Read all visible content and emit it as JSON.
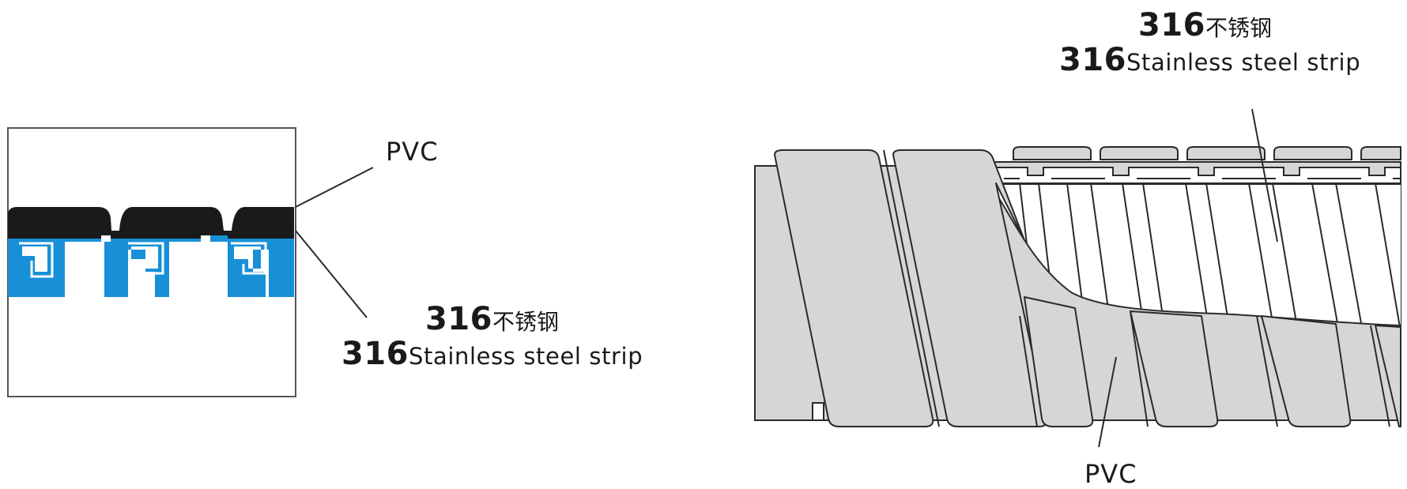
{
  "left_diagram": {
    "pvc_label": "PVC",
    "steel_number": "316",
    "steel_cn": "不锈钢",
    "steel_en": "Stainless steel strip"
  },
  "right_diagram": {
    "pvc_label": "PVC",
    "steel_number": "316",
    "steel_cn": "不锈钢",
    "steel_en": "Stainless steel strip"
  },
  "colors": {
    "pvc_coating": "#1a1a1a",
    "steel_strip": "#1790d8",
    "pvc_jacket": "#d6d6d6",
    "outline": "#2a2a2a"
  }
}
